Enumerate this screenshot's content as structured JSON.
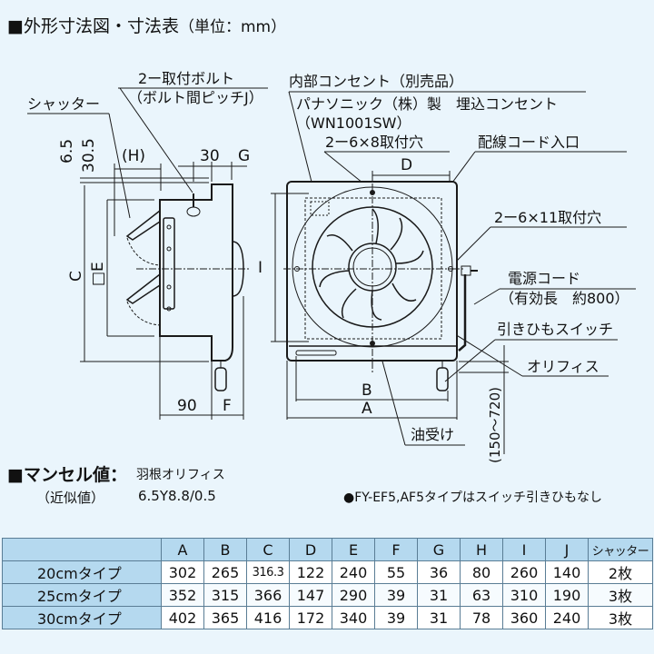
{
  "title": {
    "main": "■外形寸法図・寸法表",
    "unit": "（単位：mm）"
  },
  "side_view": {
    "labels": {
      "bolt": "2ー取付ボルト",
      "bolt_pitch": "（ボルト間ピッチJ）",
      "shutter": "シャッター"
    },
    "dims": {
      "d65": "6.5",
      "d305": "30.5",
      "h": "(H)",
      "d30": "30",
      "g": "G",
      "c": "C",
      "e": "□E",
      "d90": "90",
      "f": "F"
    }
  },
  "front_view": {
    "labels": {
      "outlet": "内部コンセント（別売品）",
      "outlet_maker": "パナソニック（株）製　埋込コンセント",
      "outlet_model": "（WN1001SW）",
      "holes_small": "2ー6×8取付穴",
      "cord_entry": "配線コード入口",
      "holes_large": "2ー6×11取付穴",
      "power_cord": "電源コード",
      "cord_length": "（有効長　約800）",
      "pull_switch": "引きひもスイッチ",
      "orifice": "オリフィス",
      "oil_tray": "油受け"
    },
    "dims": {
      "d": "D",
      "i": "I",
      "b": "B",
      "a": "A",
      "range": "(150〜720)"
    }
  },
  "munsell": {
    "heading": "■マンセル値：",
    "subject": "羽根オリフィス",
    "approx": "（近似値）",
    "value": "6.5Y8.8/0.5"
  },
  "note": "●FY-EF5,AF5タイプはスイッチ引きひもなし",
  "table": {
    "headers": [
      "",
      "A",
      "B",
      "C",
      "D",
      "E",
      "F",
      "G",
      "H",
      "I",
      "J",
      "シャッター"
    ],
    "rows": [
      {
        "type": "20cmタイプ",
        "values": [
          "302",
          "265",
          "316.3",
          "122",
          "240",
          "55",
          "36",
          "80",
          "260",
          "140",
          "2枚"
        ]
      },
      {
        "type": "25cmタイプ",
        "values": [
          "352",
          "315",
          "366",
          "147",
          "290",
          "39",
          "31",
          "63",
          "310",
          "190",
          "3枚"
        ]
      },
      {
        "type": "30cmタイプ",
        "values": [
          "402",
          "365",
          "416",
          "172",
          "340",
          "39",
          "31",
          "78",
          "360",
          "240",
          "3枚"
        ]
      }
    ]
  },
  "colors": {
    "background": "#eaf5fc",
    "table_header": "#b5d9ef",
    "table_border": "#5a7d95",
    "line": "#1a1a1a"
  }
}
